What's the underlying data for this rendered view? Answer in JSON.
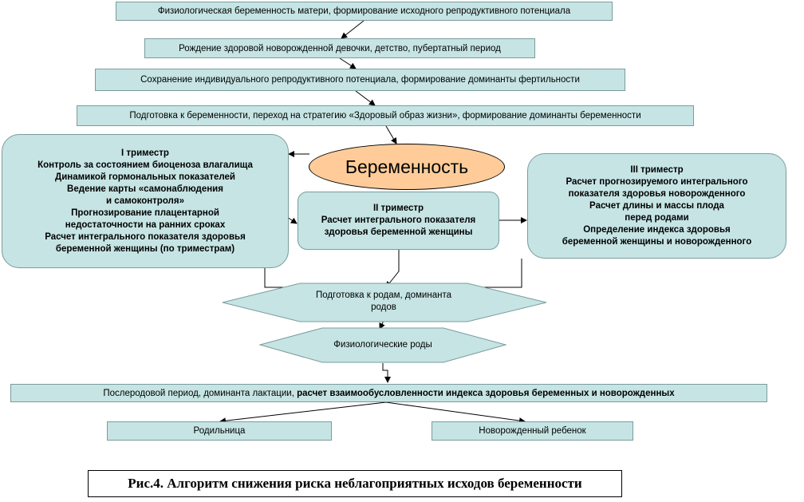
{
  "nodes": {
    "physiological_pregnancy": "Физиологическая беременность матери, формирование исходного репродуктивного потенциала",
    "birth_girl": "Рождение здоровой новорожденной девочки, детство, пубертатный период",
    "preservation": "Сохранение индивидуального репродуктивного потенциала, формирование доминанты  фертильности",
    "preparation": "Подготовка к беременности, переход на  стратегию «Здоровый образ жизни»,  формирование доминанты беременности",
    "pregnancy": "Беременность",
    "trimester1": [
      "I триместр",
      "Контроль за состоянием биоценоза влагалища",
      "Динамикой  гормональных показателей",
      "Ведение карты «самонаблюдения",
      "и самоконтроля»",
      "Прогнозирование плацентарной",
      "недостаточности на ранних сроках",
      "Расчет интегрального показателя здоровья",
      "беременной женщины (по триместрам)"
    ],
    "trimester2": [
      "II триместр",
      "Расчет интегрального показателя",
      "здоровья беременной женщины"
    ],
    "trimester3": [
      "III триместр",
      "Расчет прогнозируемого интегрального",
      "показателя здоровья новорожденного",
      "Расчет длины и массы плода",
      "перед родами",
      "Определение индекса здоровья",
      "беременной  женщины и новорожденного"
    ],
    "labor_preparation": [
      "Подготовка к родам, доминанта",
      "родов"
    ],
    "physiological_birth": "Физиологические роды",
    "postpartum_normal": "Послеродовой период, доминанта лактации, ",
    "postpartum_bold": "расчет взаимообусловленности индекса здоровья беременных  и новорожденных",
    "mother": "Родильница",
    "newborn": "Новорожденный ребенок"
  },
  "caption": "Рис.4.  Алгоритм снижения  риска неблагоприятных исходов беременности",
  "colors": {
    "box_fill": "#c6e4e4",
    "ellipse_fill": "#ffcc99"
  }
}
